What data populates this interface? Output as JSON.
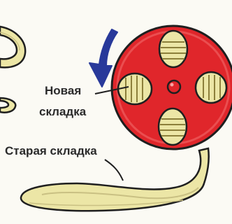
{
  "labels": {
    "new_fold_line1": "Новая",
    "new_fold_line2": "складка",
    "old_fold": "Старая складка"
  },
  "colors": {
    "reel_red": "#e0262b",
    "film_cream": "#ece6a6",
    "arrow_blue": "#28399a",
    "outline": "#1f1f1f"
  },
  "icons": {
    "rotation_arrow": "rotation-arrow-icon"
  }
}
